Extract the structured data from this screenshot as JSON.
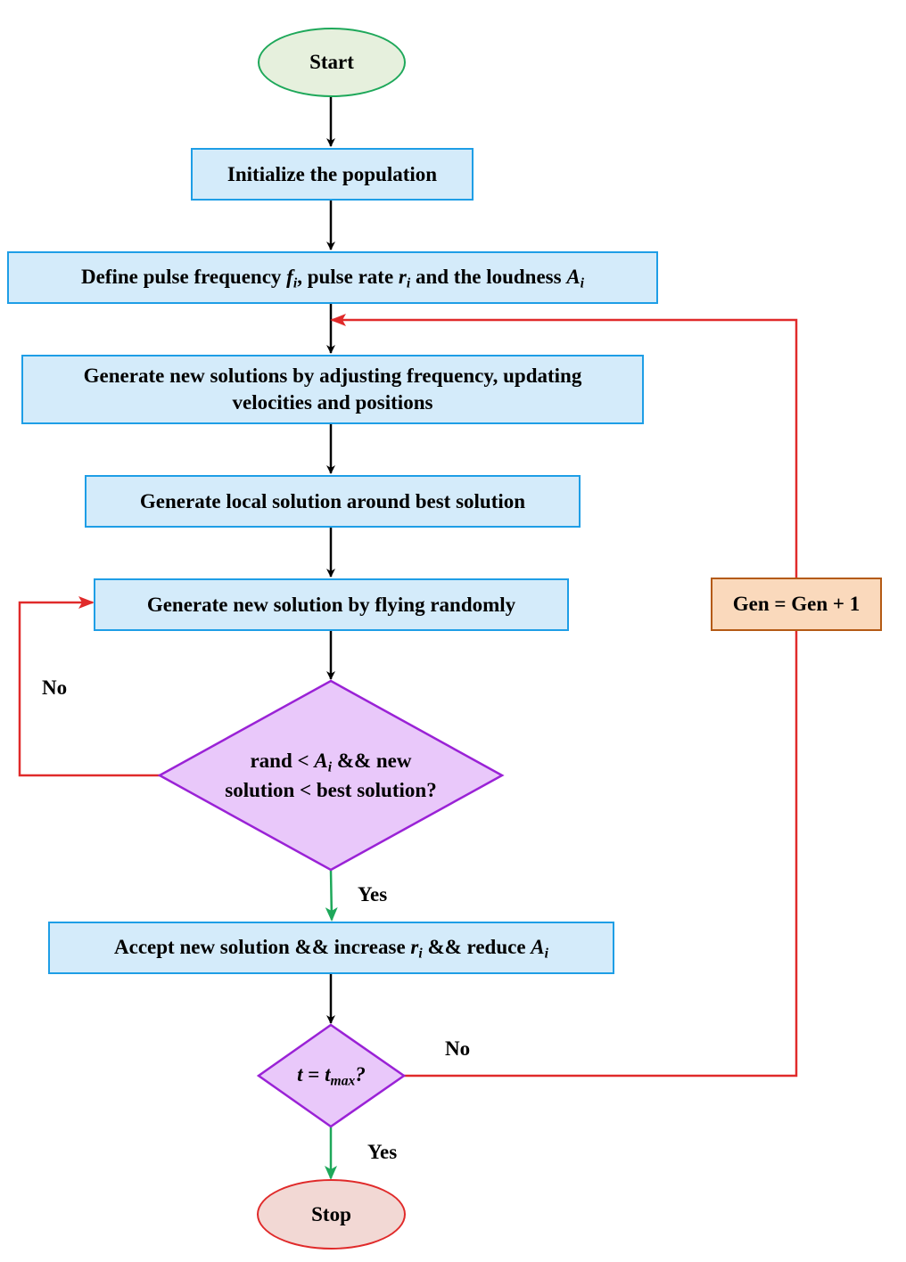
{
  "nodes": {
    "start": "Start",
    "init": "Initialize the population",
    "define": {
      "pre": "Define pulse frequency ",
      "f": "f",
      "f_sub": "i",
      "mid": ", pulse rate ",
      "r": "r",
      "r_sub": "i",
      "post": " and the loudness ",
      "a": "A",
      "a_sub": "i"
    },
    "generate_new": {
      "line1": "Generate new solutions by adjusting frequency, updating",
      "line2": "velocities and positions"
    },
    "local": "Generate local solution around best solution",
    "random": "Generate new solution by flying randomly",
    "decision1": {
      "pre": "rand < ",
      "a": "A",
      "a_sub": "i",
      "post": " && new",
      "line2": "solution < best solution?"
    },
    "accept": {
      "pre": "Accept new solution && increase ",
      "r": "r",
      "r_sub": "i",
      "mid": " && reduce ",
      "a": "A",
      "a_sub": "i"
    },
    "decision2": {
      "t": "t",
      "eq": " = ",
      "tmax": "t",
      "tmax_sub": "max",
      "q": "?"
    },
    "gen": "Gen = Gen + 1",
    "stop": "Stop"
  },
  "edge_labels": {
    "no_left": "No",
    "yes_mid": "Yes",
    "no_right": "No",
    "yes_bottom": "Yes"
  },
  "colors": {
    "main_arrow": "#000000",
    "loop_arrow": "#e02a2a",
    "yes_arrow": "#1ea85a",
    "process_fill": "#d4ebfa",
    "process_border": "#1e9ee6",
    "decision_fill": "#e9c8fa",
    "decision_border": "#9a22d6",
    "gen_fill": "#fad9bc",
    "gen_border": "#b45a14",
    "start_fill": "#e6f0dd",
    "start_border": "#1ea85a",
    "stop_fill": "#f2d8d4",
    "stop_border": "#e02a2a"
  }
}
